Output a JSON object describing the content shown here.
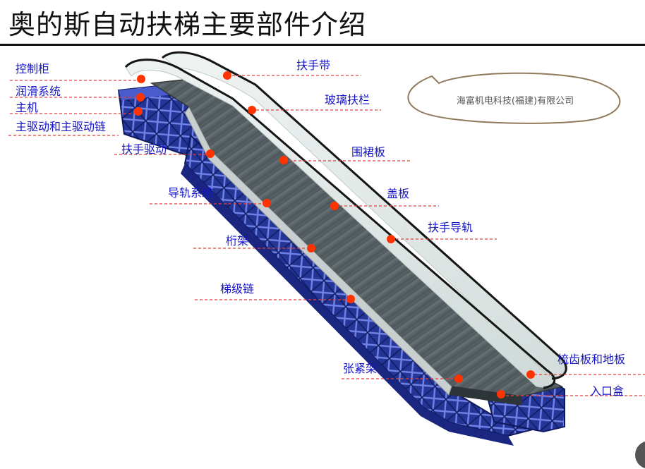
{
  "title": "奥的斯自动扶梯主要部件介绍",
  "company": "海富机电科技(福建)有限公司",
  "colors": {
    "label_text": "#1414c8",
    "leader_line": "#e0413a",
    "marker": "#ff3300",
    "truss": "#2a3cb0",
    "steps": "#5f6a6e",
    "glass": "#dfe8e6",
    "handrail": "#151515",
    "bubble_border": "#8f7a5a"
  },
  "components": [
    "控制柜",
    "润滑系统",
    "主机",
    "主驱动和主驱动链",
    "扶手驱动",
    "导轨系统",
    "桁架",
    "梯级链",
    "扶手带",
    "玻璃扶栏",
    "围裙板",
    "盖板",
    "扶手导轨",
    "张紧架",
    "梳齿板和地板",
    "入口盒"
  ]
}
